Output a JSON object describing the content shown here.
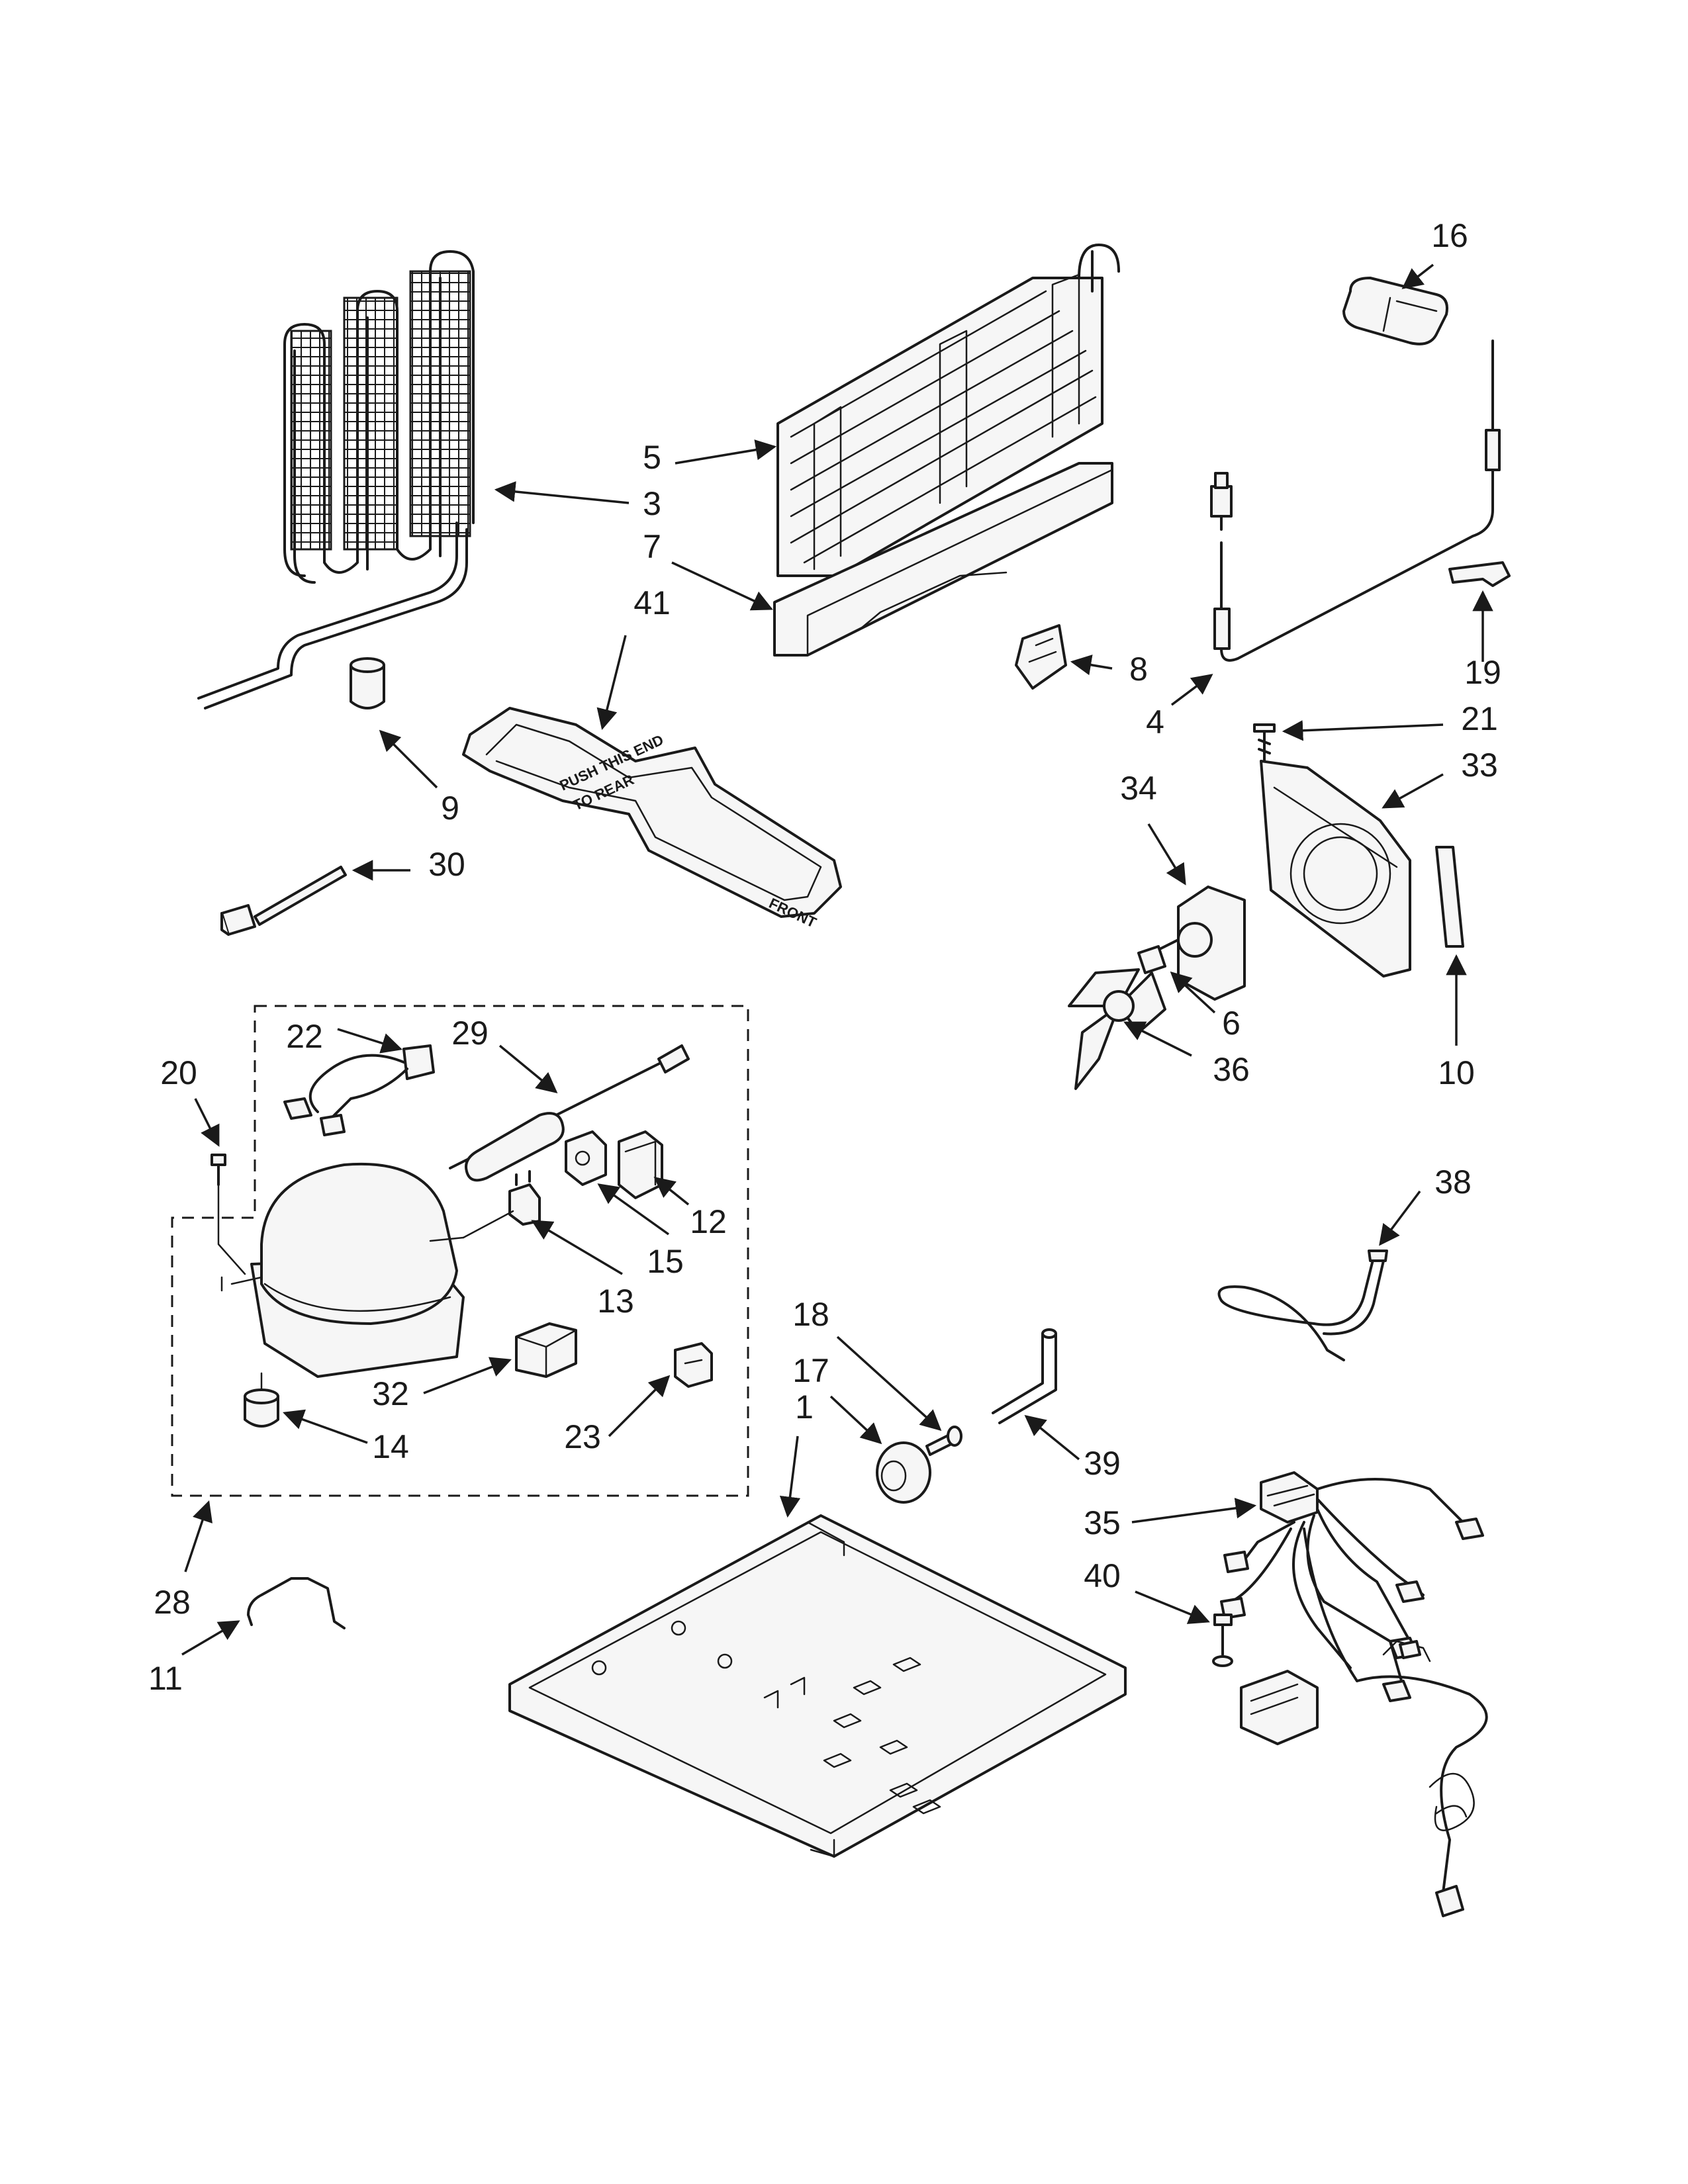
{
  "part_labels": {
    "p1": "1",
    "p3": "3",
    "p4": "4",
    "p5": "5",
    "p6": "6",
    "p7": "7",
    "p8": "8",
    "p9": "9",
    "p10": "10",
    "p11": "11",
    "p12": "12",
    "p13": "13",
    "p14": "14",
    "p15": "15",
    "p16": "16",
    "p17": "17",
    "p18": "18",
    "p19": "19",
    "p20": "20",
    "p21": "21",
    "p22": "22",
    "p23": "23",
    "p28": "28",
    "p29": "29",
    "p30": "30",
    "p32": "32",
    "p33": "33",
    "p34": "34",
    "p35": "35",
    "p36": "36",
    "p38": "38",
    "p39": "39",
    "p40": "40",
    "p41": "41"
  },
  "tray_markings": {
    "m1": "PUSH THIS END",
    "m2": "TO REAR",
    "m3": "FRONT"
  }
}
